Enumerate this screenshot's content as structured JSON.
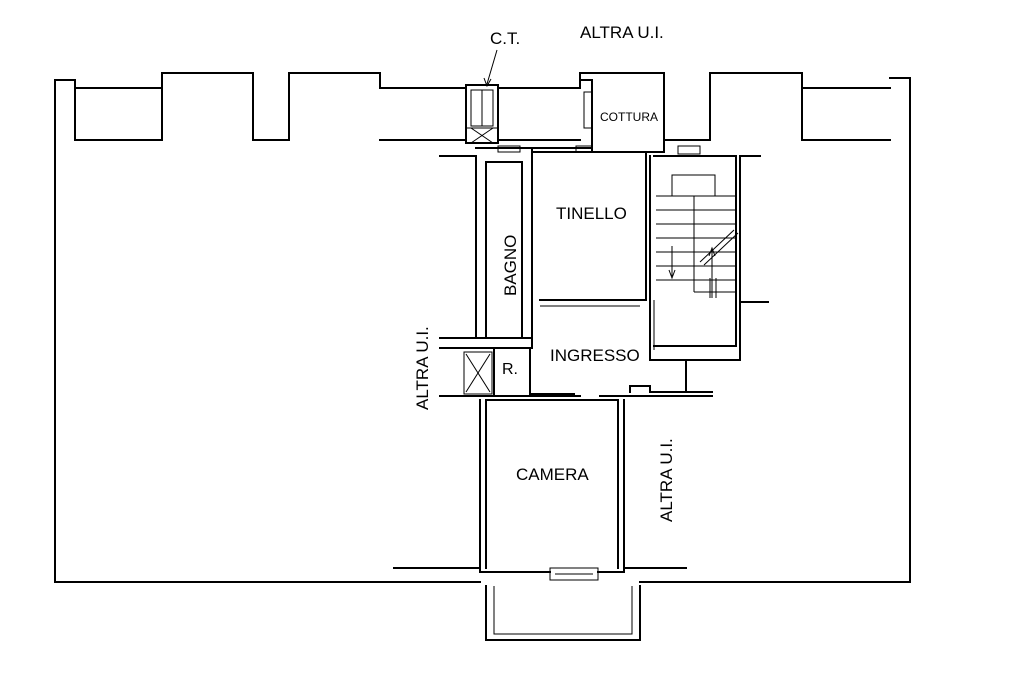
{
  "labels": {
    "ct": "C.T.",
    "other_unit_top": "ALTRA U.I.",
    "other_unit_left": "ALTRA U.I.",
    "other_unit_right": "ALTRA U.I.",
    "cottura": "COTTURA",
    "tinello": "TINELLO",
    "bagno": "BAGNO",
    "ingresso": "INGRESSO",
    "ripostiglio": "R.",
    "camera": "CAMERA"
  },
  "colors": {
    "line": "#000000",
    "background": "#ffffff"
  }
}
